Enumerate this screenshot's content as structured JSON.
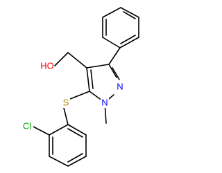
{
  "molecule": {
    "atom_labels": {
      "hydroxyl": "HO",
      "nitrogen_ring": "N",
      "nitrogen_methyl": "N",
      "sulfur": "S",
      "chlorine": "Cl"
    },
    "colors": {
      "bond": "#000000",
      "oxygen": "#ff0000",
      "nitrogen": "#0000ff",
      "sulfur": "#b8860b",
      "chlorine": "#00aa00"
    }
  }
}
